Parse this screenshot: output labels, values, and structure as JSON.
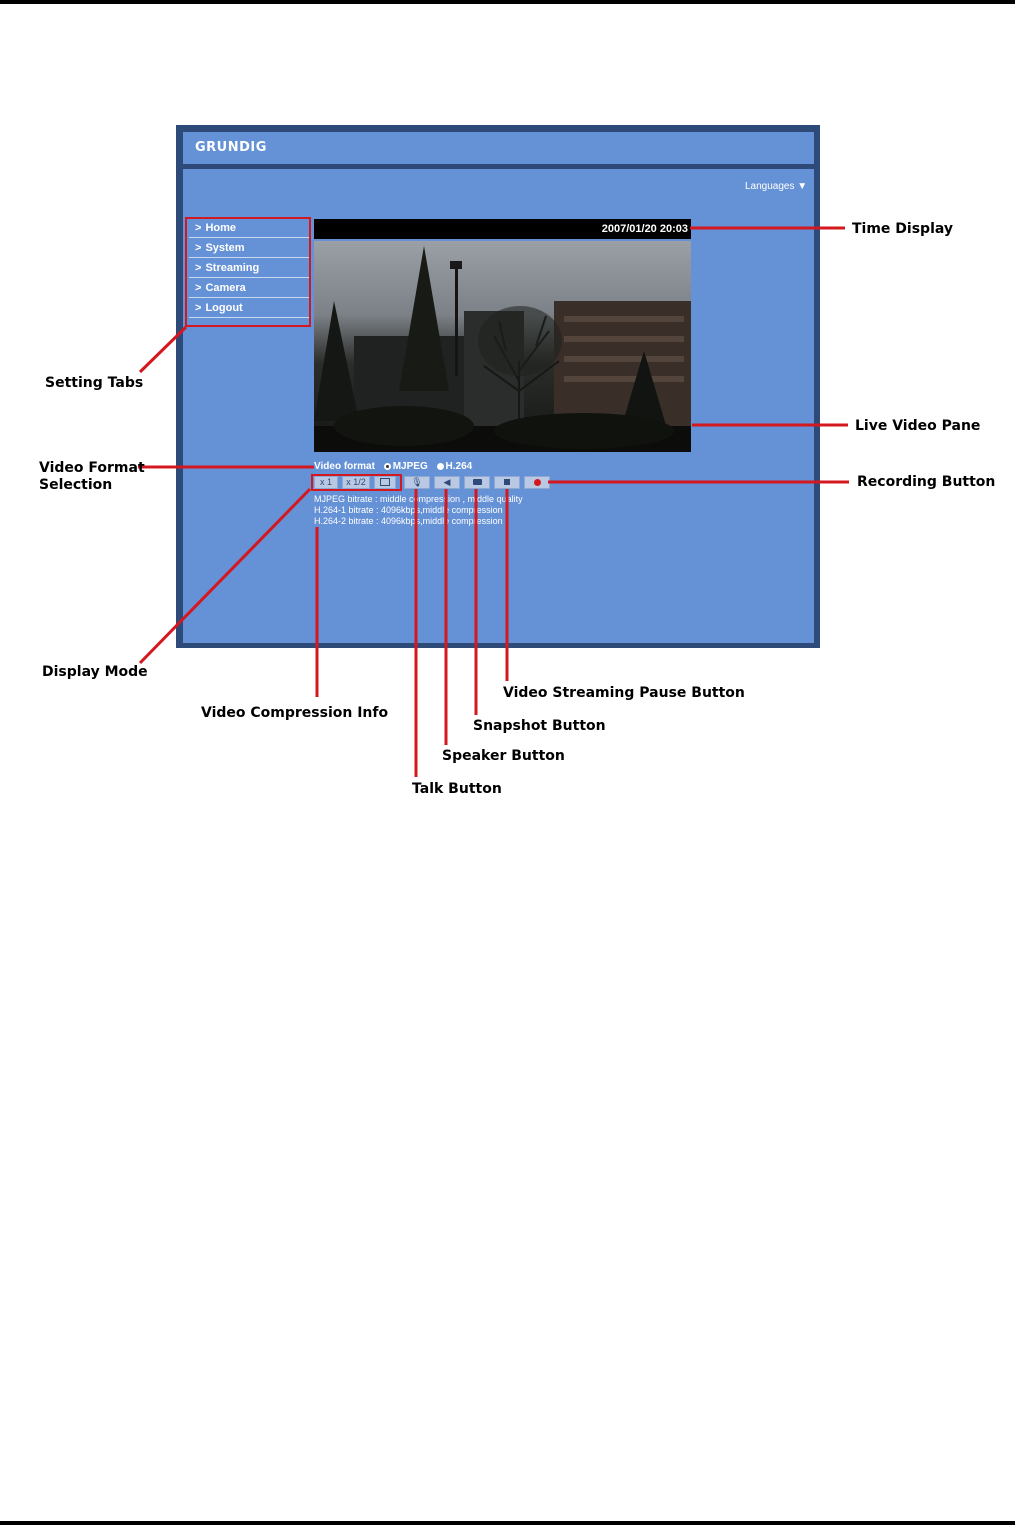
{
  "app": {
    "brand": "GRUNDIG",
    "languages_label": "Languages"
  },
  "nav": {
    "items": [
      "Home",
      "System",
      "Streaming",
      "Camera",
      "Logout"
    ]
  },
  "live": {
    "timestamp": "2007/01/20 20:03"
  },
  "video_format": {
    "label": "Video format",
    "options": [
      "MJPEG",
      "H.264"
    ],
    "selected": "MJPEG"
  },
  "display_mode": {
    "x1": "x 1",
    "half": "x 1/2"
  },
  "compression_info": [
    "MJPEG bitrate : middle compression , middle quality",
    "H.264-1 bitrate : 4096kbps,middle compression",
    "H.264-2 bitrate : 4096kbps,middle compression"
  ],
  "callouts": {
    "time_display": "Time Display",
    "setting_tabs": "Setting Tabs",
    "live_video_pane": "Live Video Pane",
    "video_format_selection_1": "Video Format",
    "video_format_selection_2": "Selection",
    "recording_button": "Recording Button",
    "display_mode": "Display Mode",
    "video_compression_info": "Video Compression Info",
    "video_streaming_pause_button": "Video Streaming Pause Button",
    "snapshot_button": "Snapshot Button",
    "speaker_button": "Speaker Button",
    "talk_button": "Talk Button"
  },
  "colors": {
    "panel": "#6591d6",
    "frame": "#2d4a78",
    "annotation": "#d4181f"
  }
}
